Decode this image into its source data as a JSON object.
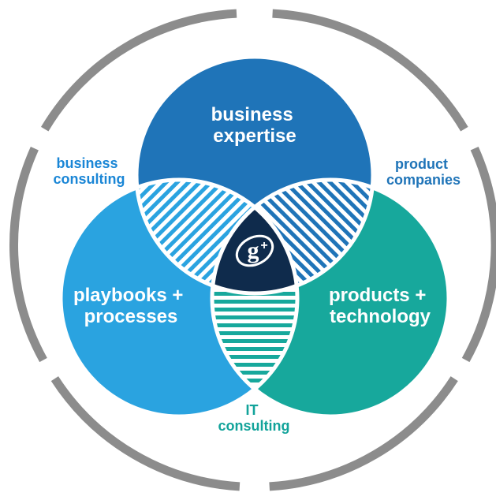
{
  "diagram": {
    "circles": {
      "top": {
        "line1": "business",
        "line2": "expertise"
      },
      "left": {
        "line1": "playbooks +",
        "line2": "processes"
      },
      "right": {
        "line1": "products +",
        "line2": "technology"
      }
    },
    "overlaps": {
      "top_left": {
        "line1": "business",
        "line2": "consulting"
      },
      "top_right": {
        "line1": "product",
        "line2": "companies"
      },
      "bottom": {
        "line1": "IT",
        "line2": "consulting"
      }
    },
    "center_logo_icon": "gt-logo-icon"
  },
  "colors": {
    "top_circle": "#1f74b8",
    "left_circle": "#2aa3e0",
    "right_circle": "#17a89c",
    "center": "#0f2b4c",
    "ring": "#8c8c8c",
    "label_blue": "#1a86d6",
    "label_teal": "#12a39a"
  }
}
